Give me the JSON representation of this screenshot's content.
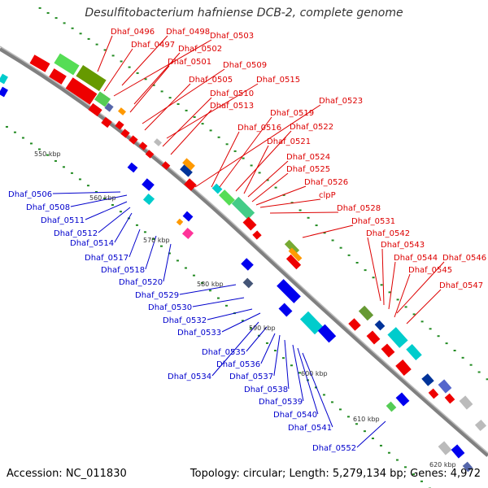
{
  "title": "Desulfitobacterium hafniense DCB-2, complete genome",
  "footer": {
    "accession": "Accession: NC_011830",
    "summary": "Topology: circular; Length: 5,279,134 bp; Genes: 4,972"
  },
  "colors": {
    "forward_label": "#dd0000",
    "reverse_label": "#0000cc",
    "backbone": "#808080",
    "tick": "#228b22",
    "kbp_text": "#333333"
  },
  "scale_labels": [
    "550 kbp",
    "560 kbp",
    "570 kbp",
    "580 kbp",
    "590 kbp",
    "600 kbp",
    "610 kbp",
    "620 kbp"
  ],
  "forward_labels": [
    "Dhaf_0496",
    "Dhaf_0498",
    "Dhaf_0503",
    "Dhaf_0497",
    "Dhaf_0502",
    "Dhaf_0501",
    "Dhaf_0509",
    "Dhaf_0505",
    "Dhaf_0515",
    "Dhaf_0510",
    "Dhaf_0513",
    "Dhaf_0523",
    "Dhaf_0519",
    "Dhaf_0516",
    "Dhaf_0522",
    "Dhaf_0521",
    "Dhaf_0524",
    "Dhaf_0525",
    "Dhaf_0526",
    "clpP",
    "Dhaf_0528",
    "Dhaf_0531",
    "Dhaf_0542",
    "Dhaf_0543",
    "Dhaf_0544",
    "Dhaf_0546",
    "Dhaf_0545",
    "Dhaf_0547"
  ],
  "reverse_labels": [
    "Dhaf_0506",
    "Dhaf_0508",
    "Dhaf_0511",
    "Dhaf_0512",
    "Dhaf_0514",
    "Dhaf_0517",
    "Dhaf_0518",
    "Dhaf_0520",
    "Dhaf_0529",
    "Dhaf_0530",
    "Dhaf_0532",
    "Dhaf_0533",
    "Dhaf_0535",
    "Dhaf_0536",
    "Dhaf_0534",
    "Dhaf_0537",
    "Dhaf_0538",
    "Dhaf_0539",
    "Dhaf_0540",
    "Dhaf_0541",
    "Dhaf_0552"
  ]
}
